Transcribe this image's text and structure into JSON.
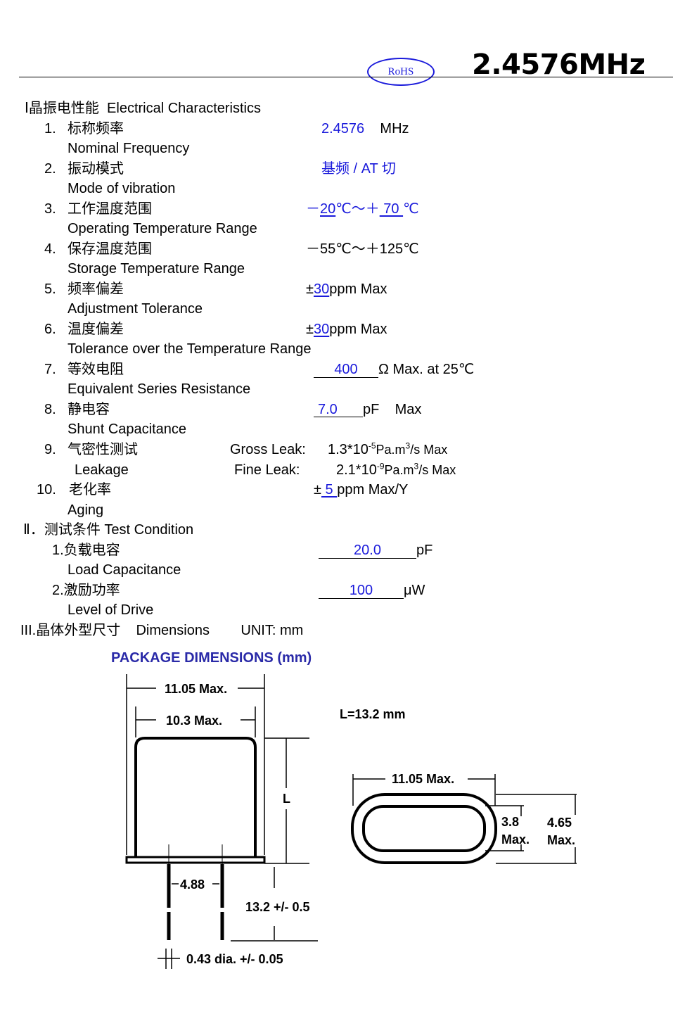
{
  "header": {
    "rohs": "RoHS",
    "title": "2.4576MHz"
  },
  "section1": {
    "heading_cn": "Ⅰ晶振电性能",
    "heading_en": "Electrical Characteristics",
    "items": [
      {
        "num": "1.",
        "cn": "标称频率",
        "en": "Nominal Frequency",
        "value": "2.4576",
        "unit": "MHz"
      },
      {
        "num": "2.",
        "cn": "振动模式",
        "en": "Mode of vibration",
        "value": "基频  / AT 切"
      },
      {
        "num": "3.",
        "cn": "工作温度范围",
        "en": "Operating Temperature Range",
        "v_pre": "－",
        "v_low": "20",
        "v_mid": "℃～＋",
        "v_high": " 70 ",
        "v_post": "℃"
      },
      {
        "num": "4.",
        "cn": "保存温度范围",
        "en": "Storage Temperature Range",
        "value": "－55℃～＋125℃"
      },
      {
        "num": "5.",
        "cn": "频率偏差",
        "en": "Adjustment Tolerance",
        "pm": "±",
        "value": "30",
        "unit": "ppm Max"
      },
      {
        "num": "6.",
        "cn": "温度偏差",
        "en": "Tolerance over the Temperature Range",
        "pm": "±",
        "value": "30",
        "unit": "ppm Max"
      },
      {
        "num": "7.",
        "cn": "等效电阻",
        "en": "Equivalent Series Resistance",
        "value": "400",
        "unit": "Ω Max.  at 25℃"
      },
      {
        "num": "8.",
        "cn": "静电容",
        "en": "Shunt Capacitance",
        "value": "7.0",
        "unit": "pF    Max"
      },
      {
        "num": "9.",
        "cn": "气密性测试",
        "en": "Leakage",
        "gross_label": "Gross Leak:",
        "gross_val": "1.3*10",
        "gross_exp": "-5",
        "gross_unit": "Pa.m",
        "gross_exp2": "3",
        "gross_tail": "/s Max",
        "fine_label": "Fine Leak:",
        "fine_val": "2.1*10",
        "fine_exp": "-9",
        "fine_unit": "Pa.m",
        "fine_exp2": "3",
        "fine_tail": "/s Max"
      },
      {
        "num": "10.",
        "cn": "老化率",
        "en": "Aging",
        "pm": "±",
        "value": " 5 ",
        "unit": "ppm Max/Y"
      }
    ]
  },
  "section2": {
    "heading": "Ⅱ．测试条件  Test Condition",
    "items": [
      {
        "cn": "1.负载电容",
        "en": "Load Capacitance",
        "value": "20.0",
        "unit": "pF"
      },
      {
        "cn": "2.激励功率",
        "en": "Level of Drive",
        "value": "100",
        "unit": "μW"
      }
    ]
  },
  "section3": {
    "heading": "III.晶体外型尺寸",
    "heading_en": "Dimensions",
    "unit": "UNIT: mm"
  },
  "package": {
    "title": "PACKAGE DIMENSIONS (mm)",
    "dim_width_outer": "11.05 Max.",
    "dim_width_inner": "10.3 Max.",
    "dim_height": "L",
    "dim_L": "L=13.2 mm",
    "dim_pitch": "4.88",
    "dim_lead_length": "13.2 +/- 0.5",
    "dim_lead_dia": "0.43 dia. +/- 0.05",
    "top_width": "11.05 Max.",
    "top_d1": "3.8",
    "top_d1_max": "Max.",
    "top_d2": "4.65",
    "top_d2_max": "Max."
  }
}
